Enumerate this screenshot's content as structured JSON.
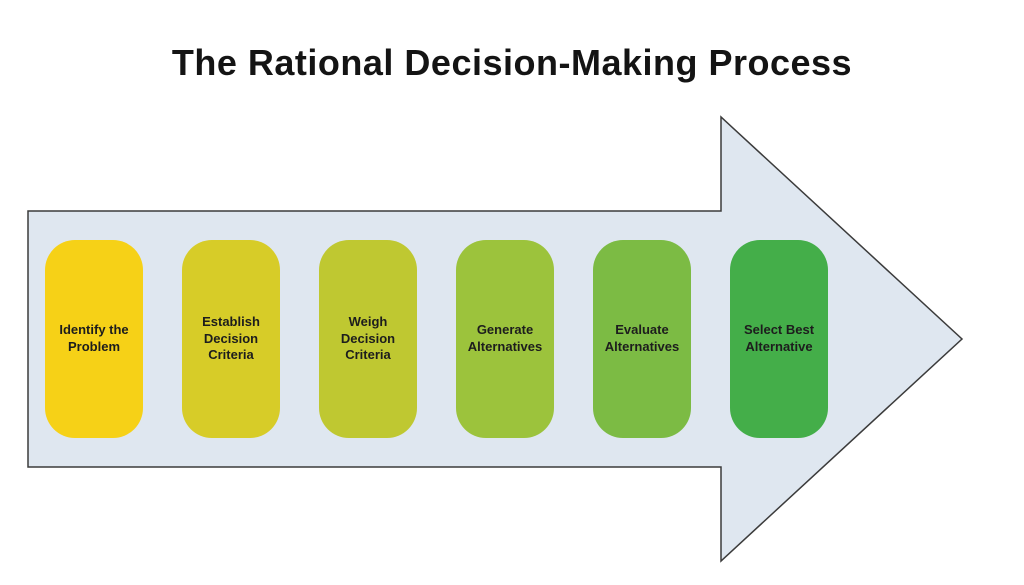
{
  "title": "The Rational Decision-Making Process",
  "diagram": {
    "arrow_fill": "#dfe7f0",
    "arrow_stroke": "#3b3b3b",
    "steps": [
      {
        "label": "Identify the Problem",
        "color": "#f6d117"
      },
      {
        "label": "Establish Decision Criteria",
        "color": "#d7cc28"
      },
      {
        "label": "Weigh Decision Criteria",
        "color": "#bfc831"
      },
      {
        "label": "Generate Alternatives",
        "color": "#9cc33c"
      },
      {
        "label": "Evaluate Alternatives",
        "color": "#7cbb44"
      },
      {
        "label": "Select Best Alternative",
        "color": "#44ae49"
      }
    ]
  }
}
